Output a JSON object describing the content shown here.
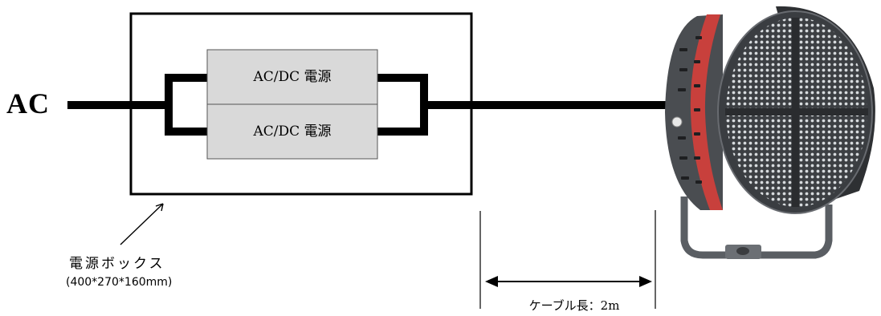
{
  "diagram": {
    "input_label": "AC",
    "psu_top_label": "AC/DC 電源",
    "psu_bottom_label": "AC/DC 電源",
    "box_name": "電源ボックス",
    "box_dimensions": "(400*270*160mm)",
    "cable_label": "ケーブル長：2m"
  },
  "colors": {
    "line": "#000000",
    "psu_fill": "#d9d9d9",
    "lamp_body": "#4a4d51",
    "lamp_accent": "#c8403c"
  },
  "icons": {
    "lamp": "stadium-floodlight-icon",
    "pointer": "diagonal-arrow-icon"
  }
}
